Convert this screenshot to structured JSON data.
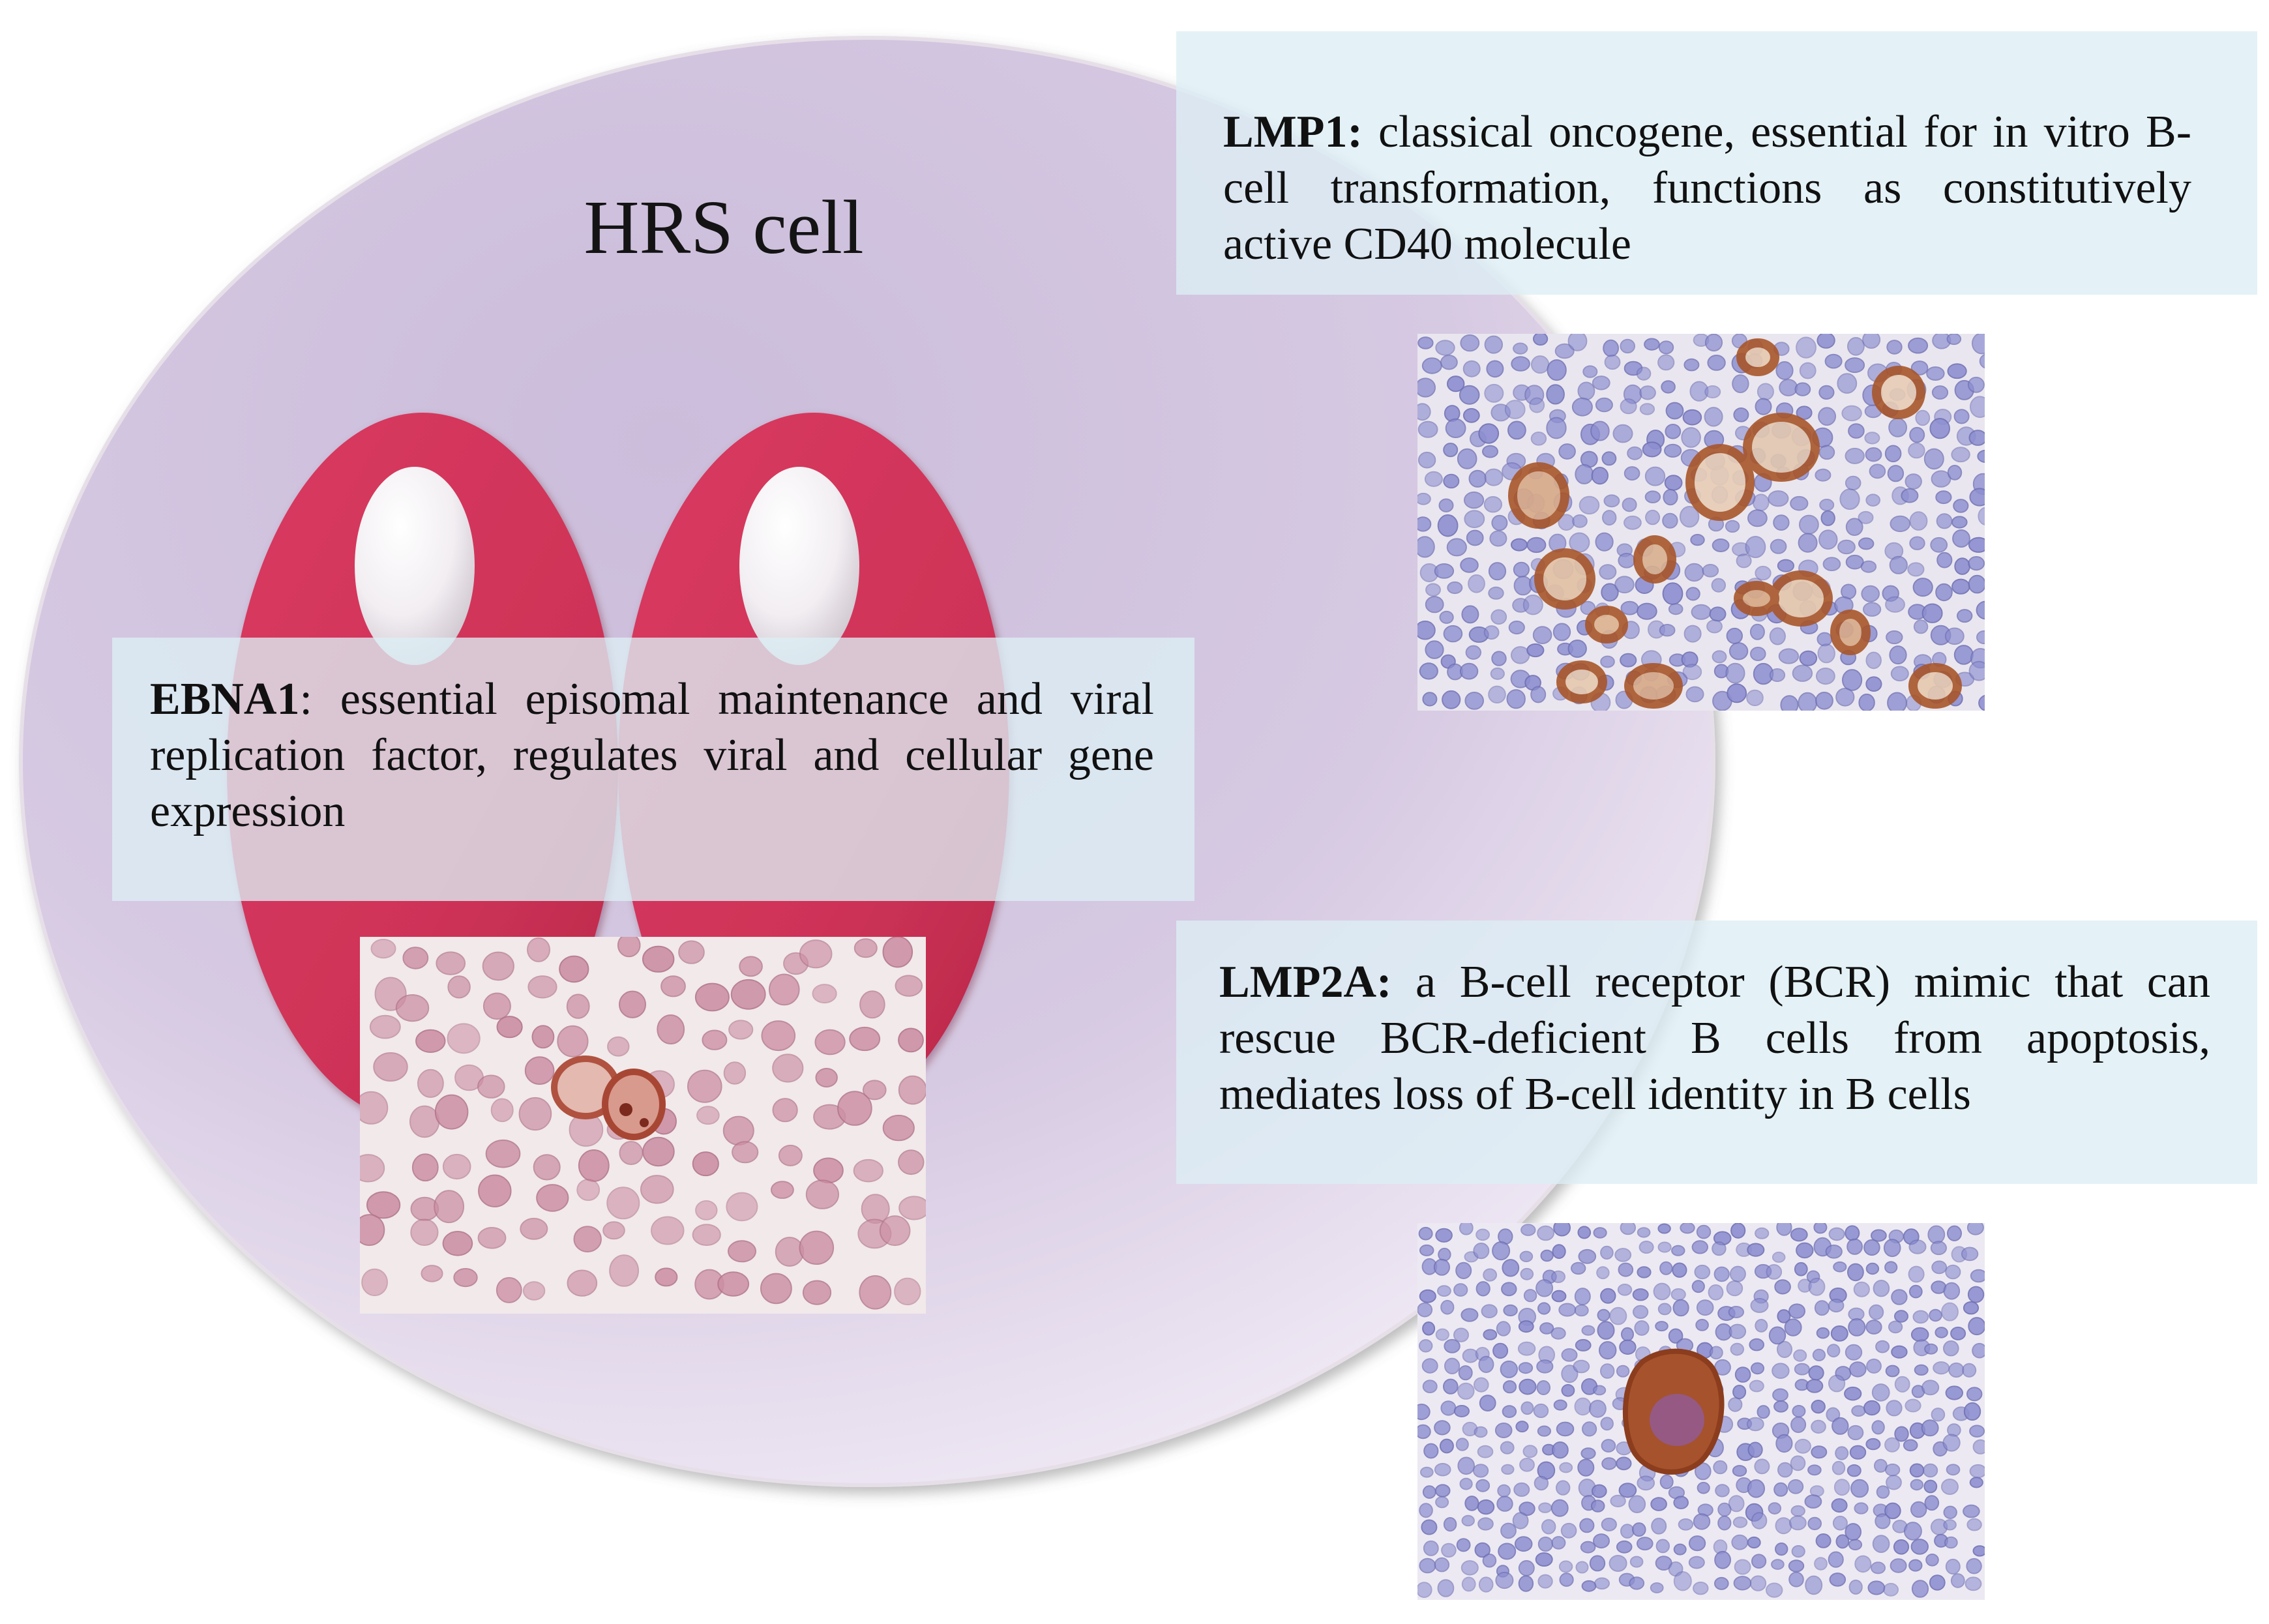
{
  "title": "HRS cell",
  "annotations": [
    {
      "id": "lmp1",
      "label": "LMP1:",
      "text": "classical oncogene, essential for in vitro B-cell transformation, functions as constitutively active  CD40 molecule"
    },
    {
      "id": "ebna1",
      "label": "EBNA1",
      "text": ": essential episomal maintenance and viral replication factor, regulates viral and cellular gene expression"
    },
    {
      "id": "lmp2a",
      "label": "LMP2A:",
      "text": "a B-cell receptor (BCR) mimic that can rescue BCR-deficient B cells from apoptosis, mediates loss of B-cell identity in B cells"
    }
  ],
  "colors": {
    "cell_fill": "#d4c6e0",
    "nucleus": "#d2395c",
    "text_box": "#ddeef5",
    "stain_brown": "#a85a2c",
    "stain_blue": "#8c8ed0"
  },
  "micrographs": [
    {
      "id": "lmp1-stain",
      "stain": "brown membranous staining of large cells among small lymphocytes"
    },
    {
      "id": "ebna1-stain",
      "stain": "red nuclear staining in a binucleated cell"
    },
    {
      "id": "lmp2a-stain",
      "stain": "brown cytoplasmic staining of a single large cell"
    }
  ]
}
